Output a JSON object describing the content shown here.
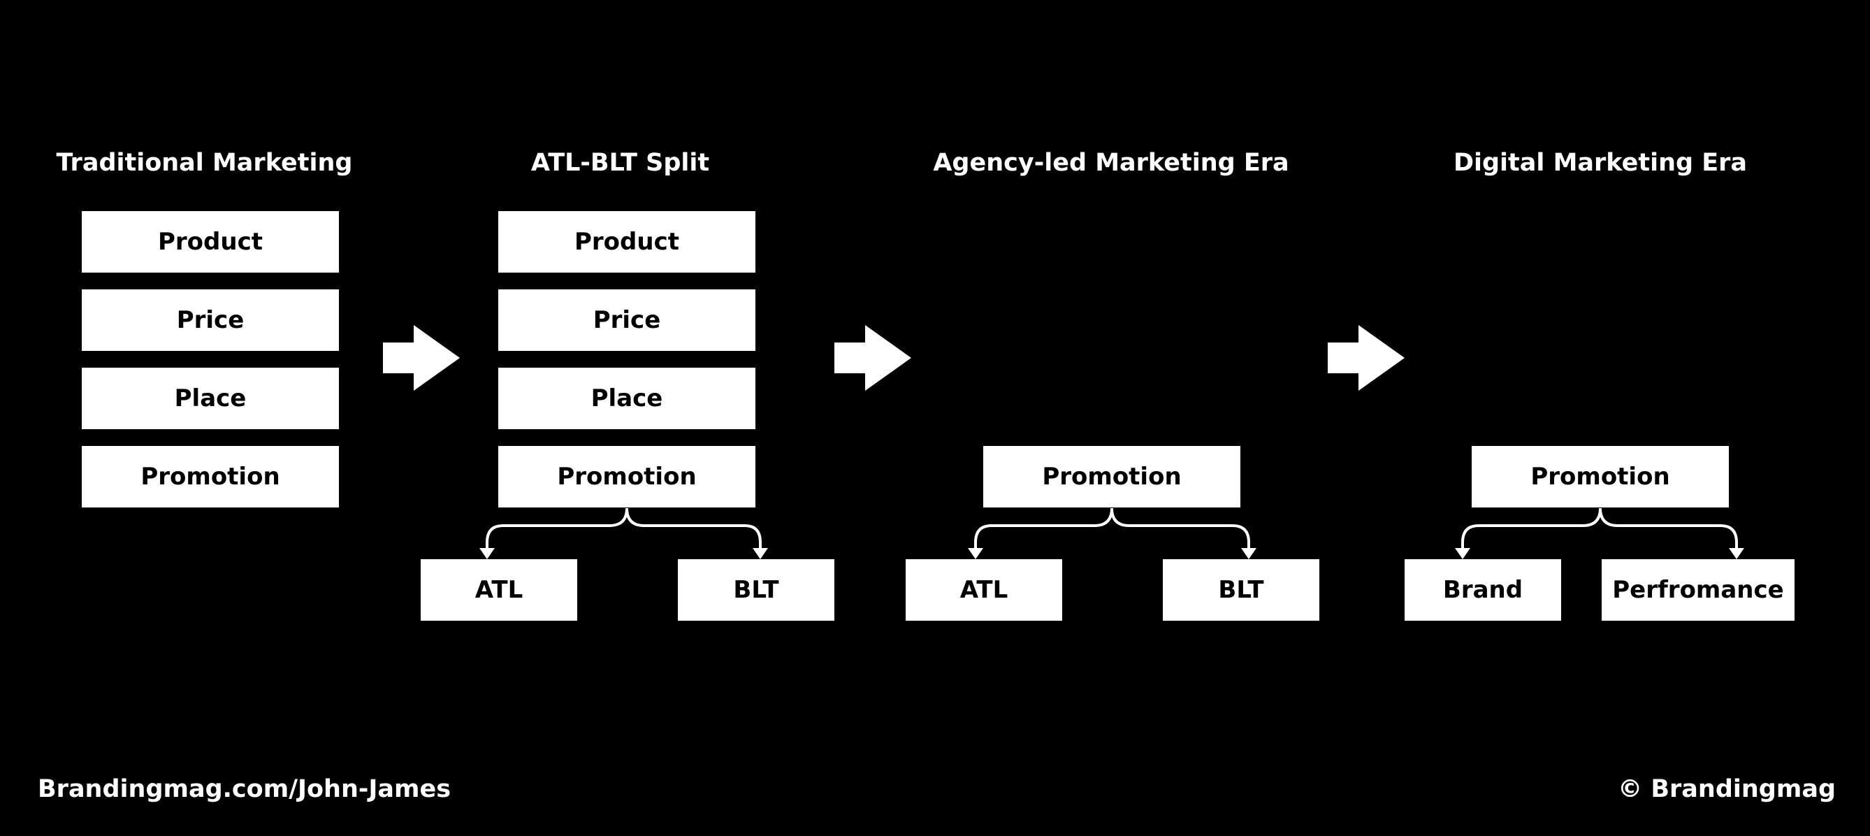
{
  "colors": {
    "background": "#000000",
    "box": "#ffffff",
    "box_text": "#000000",
    "text": "#ffffff"
  },
  "stages": [
    {
      "title": "Traditional Marketing",
      "boxes": [
        "Product",
        "Price",
        "Place",
        "Promotion"
      ]
    },
    {
      "title": "ATL-BLT Split",
      "boxes": [
        "Product",
        "Price",
        "Place",
        "Promotion"
      ],
      "children": [
        "ATL",
        "BLT"
      ]
    },
    {
      "title": "Agency-led Marketing Era",
      "boxes": [
        "Promotion"
      ],
      "children": [
        "ATL",
        "BLT"
      ]
    },
    {
      "title": "Digital Marketing Era",
      "boxes": [
        "Promotion"
      ],
      "children": [
        "Brand",
        "Perfromance"
      ]
    }
  ],
  "footer": {
    "left": "Brandingmag.com/John-James",
    "right": "© Brandingmag"
  }
}
